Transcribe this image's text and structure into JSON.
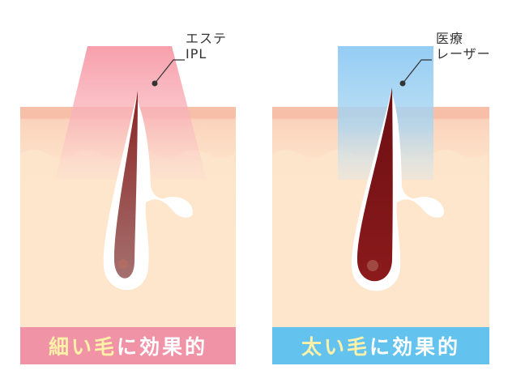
{
  "left": {
    "tag_line1": "エステ",
    "tag_line2": "IPL",
    "banner_highlight": "細い毛",
    "banner_rest": "に効果的",
    "beam_color": "#f7a3ae"
  },
  "right": {
    "tag_line1": "医療",
    "tag_line2": "レーザー",
    "banner_highlight": "太い毛",
    "banner_rest": "に効果的",
    "beam_color": "#9ccff2"
  },
  "colors": {
    "skin": "#fde5c9",
    "skin_top": "#f6c0a8",
    "hair": "#7a1f1f",
    "banner_left": "#f093a6",
    "banner_right": "#63c3ee"
  }
}
